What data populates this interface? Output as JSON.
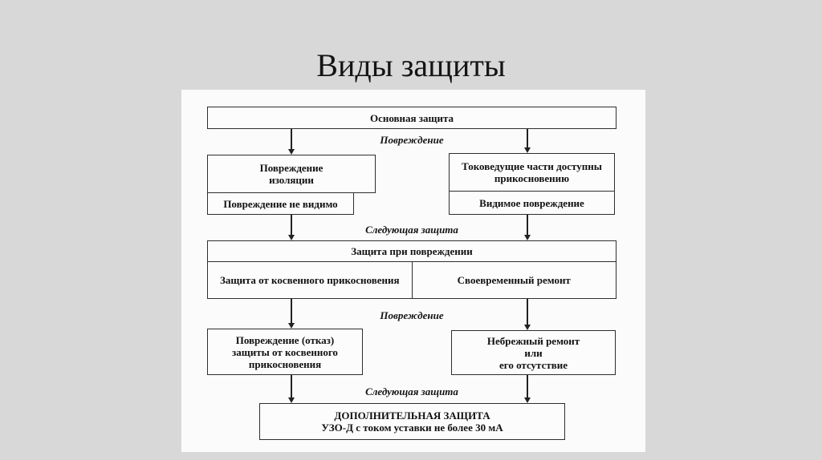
{
  "title": "Виды защиты",
  "diagram": {
    "main_box": "Основная защита",
    "labels": {
      "damage1": "Повреждение",
      "next1": "Следующая защита",
      "damage2": "Повреждение",
      "next2": "Следующая защита"
    },
    "insulation": {
      "line1": "Повреждение",
      "line2": "изоляции",
      "sub": "Повреждение не видимо"
    },
    "live_parts": {
      "line1": "Токоведущие части доступны",
      "line2": "прикосновению",
      "sub": "Видимое повреждение"
    },
    "fault_protection": {
      "header": "Защита при повреждении",
      "left": "Защита от косвенного прикосновения",
      "right": "Своевременный ремонт"
    },
    "protection_failure": {
      "line1": "Повреждение (отказ)",
      "line2": "защиты от косвенного",
      "line3": "прикосновения"
    },
    "careless_repair": {
      "line1": "Небрежный ремонт",
      "line2": "или",
      "line3": "его отсутствие"
    },
    "additional_protection": {
      "line1": "ДОПОЛНИТЕЛЬНАЯ ЗАЩИТА",
      "line2": "УЗО-Д с током уставки не более 30 мА"
    }
  }
}
